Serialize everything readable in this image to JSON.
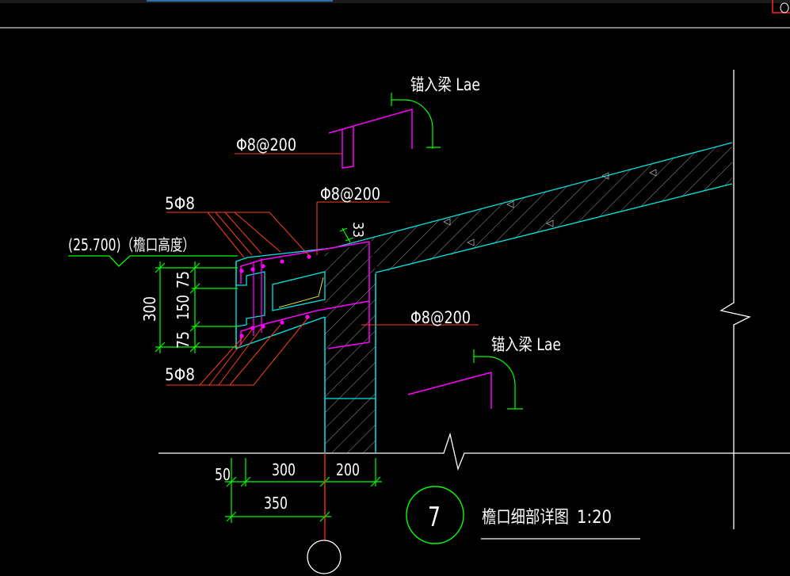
{
  "colors": {
    "background": "#000000",
    "concrete_outline": "#00e5e5",
    "rebar": "#ff00ff",
    "leader": "#ff3b1f",
    "dimension": "#00ff00",
    "text": "#ffffff",
    "axis": "#ff2020",
    "frame": "#ffffff"
  },
  "labels": {
    "anchor_top": "锚入梁 Lae",
    "anchor_bottom": "锚入梁 Lae",
    "stirrup_top_left": "Φ8@200",
    "stirrup_top_mid": "Φ8@200",
    "stirrup_right": "Φ8@200",
    "bars_top": "5Φ8",
    "bars_bottom": "5Φ8",
    "eave_level": "(25.700)（檐口高度）",
    "cover_33": "33"
  },
  "dimensions": {
    "vertical_total": "300",
    "vertical_top": "75",
    "vertical_mid": "150",
    "vertical_bottom": "75",
    "horizontal_50": "50",
    "horizontal_300": "300",
    "horizontal_200": "200",
    "horizontal_350": "350"
  },
  "detail": {
    "number": "7",
    "title": "檐口细部详图",
    "scale": "1:20"
  }
}
